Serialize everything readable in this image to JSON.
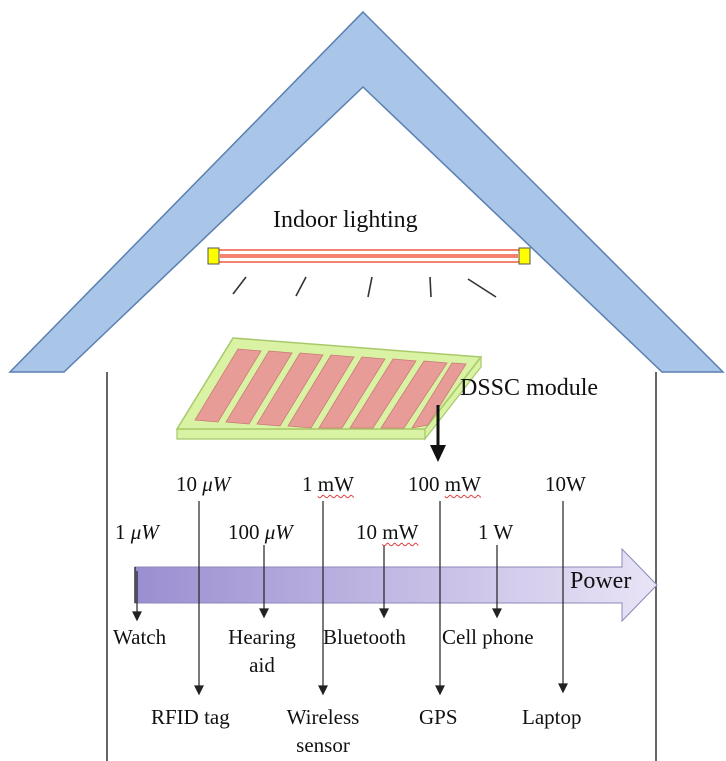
{
  "lighting_label": "Indoor lighting",
  "module_label": "DSSC module",
  "power_label": "Power",
  "colors": {
    "roof_fill": "#a9c6e9",
    "roof_stroke": "#5a7fb0",
    "tube_yellow": "#ffff00",
    "tube_red": "#f4826f",
    "panel_green": "#d9f2a4",
    "panel_border": "#a8c96a",
    "panel_stripe": "#e89c98",
    "arrow_purple_dark": "#9b8ed1",
    "arrow_purple_light": "#e9e4f6"
  },
  "devices": [
    {
      "power_num": "1 ",
      "power_unit": "μW",
      "device": "Watch"
    },
    {
      "power_num": "10 ",
      "power_unit": "μW",
      "device": "RFID tag"
    },
    {
      "power_num": "100 ",
      "power_unit": "μW",
      "device_line1": "Hearing",
      "device_line2": "aid"
    },
    {
      "power_num": "1 ",
      "power_unit": "mW",
      "device_line1": "Wireless",
      "device_line2": "sensor"
    },
    {
      "power_num": "10 ",
      "power_unit": "mW",
      "device": "Bluetooth"
    },
    {
      "power_num": "100 ",
      "power_unit": "mW",
      "device": "GPS"
    },
    {
      "power_value": "1 W",
      "device": "Cell phone"
    },
    {
      "power_value": "10W",
      "device": "Laptop"
    }
  ]
}
